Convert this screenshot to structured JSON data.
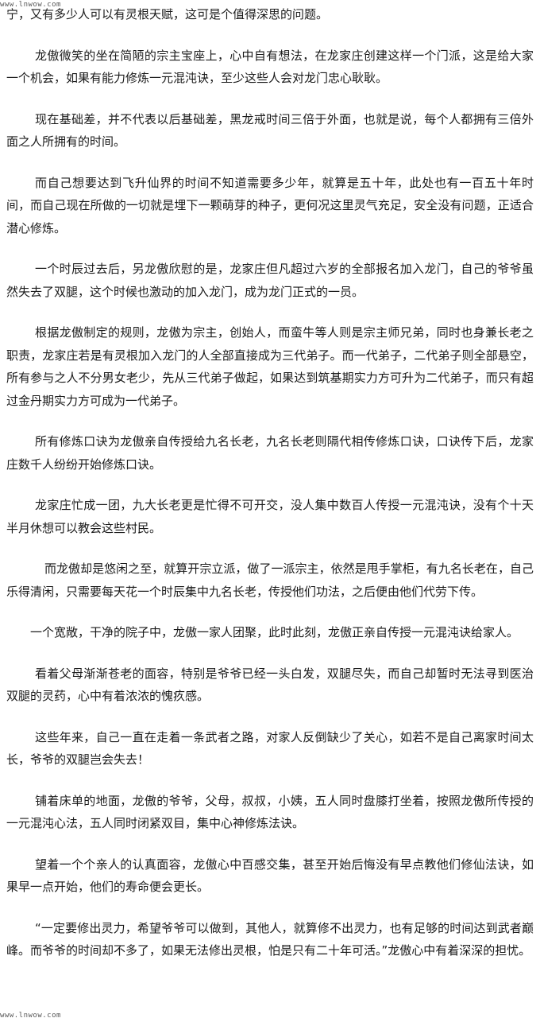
{
  "watermark": {
    "top": "www.lnwow.com",
    "bottom": "www.lnwow.com"
  },
  "paragraphs": [
    "宁，又有多少人可以有灵根天赋，这可是个值得深思的问题。",
    "龙傲微笑的坐在简陋的宗主宝座上，心中自有想法，在龙家庄创建这样一个门派，这是给大家一个机会，如果有能力修炼一元混沌诀，至少这些人会对龙门忠心耿耿。",
    "现在基础差，并不代表以后基础差，黑龙戒时间三倍于外面，也就是说，每个人都拥有三倍外面之人所拥有的时间。",
    "而自己想要达到飞升仙界的时间不知道需要多少年，就算是五十年，此处也有一百五十年时间，而自己现在所做的一切就是埋下一颗萌芽的种子，更何况这里灵气充足，安全没有问题，正适合潜心修炼。",
    "一个时辰过去后，另龙傲欣慰的是，龙家庄但凡超过六岁的全部报名加入龙门，自己的爷爷虽然失去了双腿，这个时候也激动的加入龙门，成为龙门正式的一员。",
    "根据龙傲制定的规则，龙傲为宗主，创始人，而蛮牛等人则是宗主师兄弟，同时也身兼长老之职责，龙家庄若是有灵根加入龙门的人全部直接成为三代弟子。而一代弟子，二代弟子则全部悬空，所有参与之人不分男女老少，先从三代弟子做起，如果达到筑基期实力方可升为二代弟子，而只有超过金丹期实力方可成为一代弟子。",
    "所有修炼口诀为龙傲亲自传授给九名长老，九名长老则隔代相传修炼口诀，口诀传下后，龙家庄数千人纷纷开始修炼口诀。",
    "龙家庄忙成一团，九大长老更是忙得不可开交，没人集中数百人传授一元混沌诀，没有个十天半月休想可以教会这些村民。",
    "而龙傲却是悠闲之至，就算开宗立派，做了一派宗主，依然是甩手掌柜，有九名长老在，自己乐得清闲，只需要每天花一个时辰集中九名长老，传授他们功法，之后便由他们代劳下传。",
    "一个宽敞，干净的院子中，龙傲一家人团聚，此时此刻，龙傲正亲自传授一元混沌诀给家人。",
    "看着父母渐渐苍老的面容，特别是爷爷已经一头白发，双腿尽失，而自己却暂时无法寻到医治双腿的灵药，心中有着浓浓的愧疚感。",
    "这些年来，自己一直在走着一条武者之路，对家人反倒缺少了关心，如若不是自己离家时间太长，爷爷的双腿岂会失去！",
    "铺着床单的地面，龙傲的爷爷，父母，叔叔，小姨，五人同时盘膝打坐着，按照龙傲所传授的一元混沌心法，五人同时闭紧双目，集中心神修炼法诀。",
    "望着一个个亲人的认真面容，龙傲心中百感交集，甚至开始后悔没有早点教他们修仙法诀，如果早一点开始，他们的寿命便会更长。",
    "“一定要修出灵力，希望爷爷可以做到，其他人，就算修不出灵力，也有足够的时间达到武者巅峰。而爷爷的时间却不多了，如果无法修出灵根，怕是只有二十年可活。”龙傲心中有着深深的担忧。"
  ]
}
